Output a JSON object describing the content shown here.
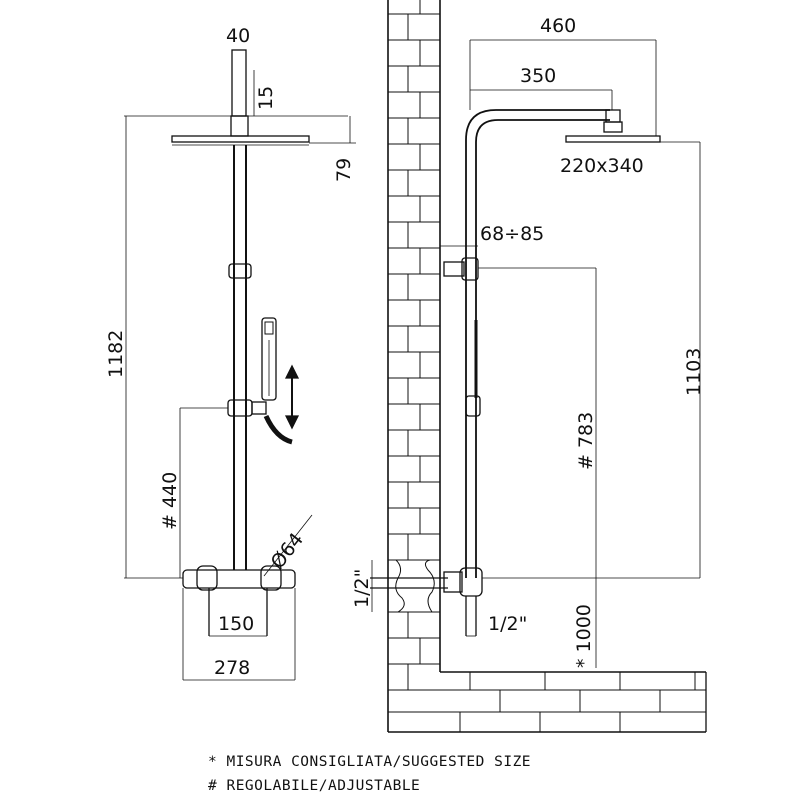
{
  "dimensions": {
    "d40": "40",
    "d15": "15",
    "d79": "79",
    "d1182": "1182",
    "d440": "# 440",
    "d64": "Ø64",
    "d150": "150",
    "d278": "278",
    "d460": "460",
    "d350": "350",
    "d220x340": "220x340",
    "d68_85": "68÷85",
    "d1103": "1103",
    "d783": "# 783",
    "d1000": "* 1000",
    "d_half_left": "1/2\"",
    "d_half_bottom": "1/2\""
  },
  "notes": {
    "suggested": "* MISURA CONSIGLIATA/SUGGESTED SIZE",
    "adjustable": "# REGOLABILE/ADJUSTABLE"
  }
}
